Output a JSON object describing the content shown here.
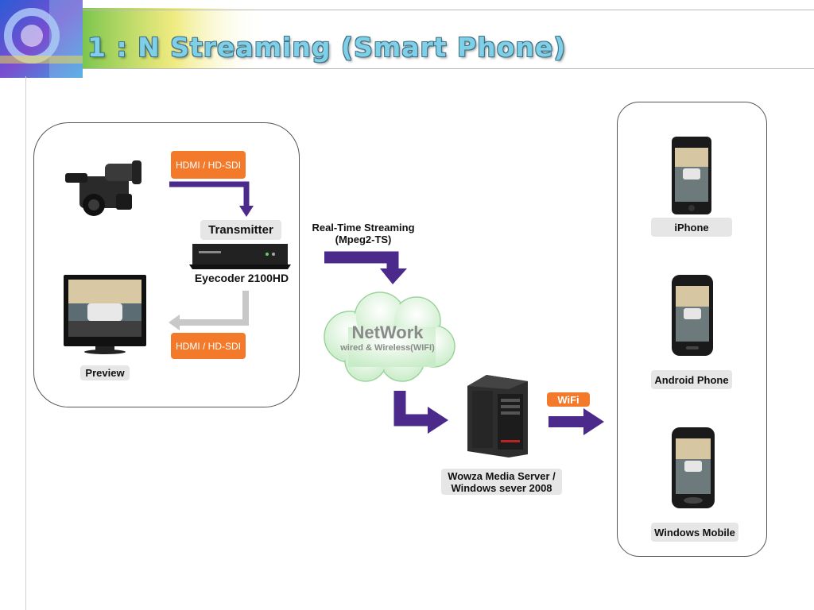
{
  "title": "1 : N Streaming (Smart Phone)",
  "source": {
    "input_label": "HDMI / HD-SDI",
    "transmitter_label": "Transmitter",
    "device_name": "Eyecoder 2100HD",
    "output_label": "HDMI / HD-SDI",
    "preview_label": "Preview"
  },
  "stream": {
    "line1": "Real-Time Streaming",
    "line2": "(Mpeg2-TS)"
  },
  "network": {
    "title": "NetWork",
    "subtitle": "wired & Wireless(WIFI)"
  },
  "server": {
    "line1": "Wowza Media Server /",
    "line2": "Windows sever 2008"
  },
  "wifi_label": "WiFi",
  "devices": [
    {
      "label": "iPhone"
    },
    {
      "label": "Android Phone"
    },
    {
      "label": "Windows Mobile"
    }
  ],
  "colors": {
    "arrow": "#4b2a8c",
    "arrow_grey": "#c8c8c8",
    "orange": "#f37a2b",
    "title": "#7fd0e6"
  }
}
